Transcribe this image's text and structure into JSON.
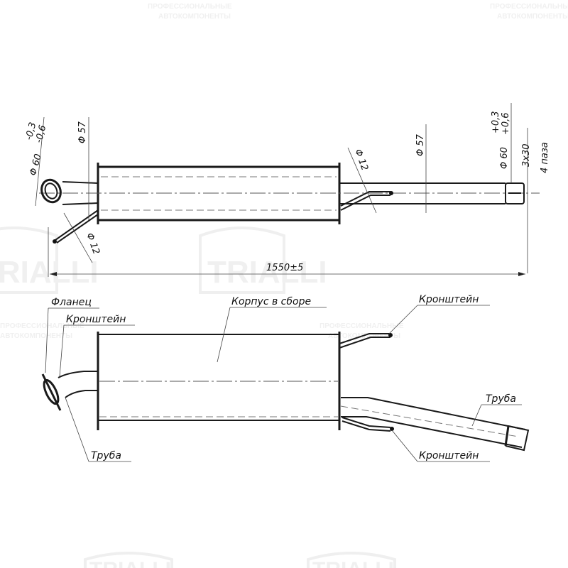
{
  "watermark": {
    "tagline_line1": "ПРОФЕССИОНАЛЬНЫЕ",
    "tagline_line2": "АВТОКОМПОНЕНТЫ",
    "brand": "TRIALLI"
  },
  "top_view": {
    "dimensions": {
      "inlet_flange_diameter": "Φ 60",
      "inlet_flange_tolerance_upper": "-0,3",
      "inlet_flange_tolerance_lower": "-0,6",
      "inlet_pipe_diameter": "Φ 57",
      "inlet_bracket_diameter": "Φ 12",
      "outlet_bracket_diameter": "Φ 12",
      "outlet_pipe_diameter": "Φ 57",
      "outlet_end_diameter": "Φ 60",
      "outlet_end_tolerance_upper": "+0,3",
      "outlet_end_tolerance_lower": "+0,6",
      "slot_size": "3x30",
      "slot_count": "4 паза",
      "overall_length": "1550±5"
    }
  },
  "side_view": {
    "labels": {
      "flange": "Фланец",
      "inlet_bracket": "Кронштейн",
      "body_assembly": "Корпус в сборе",
      "outlet_upper_bracket": "Кронштейн",
      "outlet_pipe": "Труба",
      "inlet_pipe": "Труба",
      "outlet_lower_bracket": "Кронштейн"
    }
  }
}
